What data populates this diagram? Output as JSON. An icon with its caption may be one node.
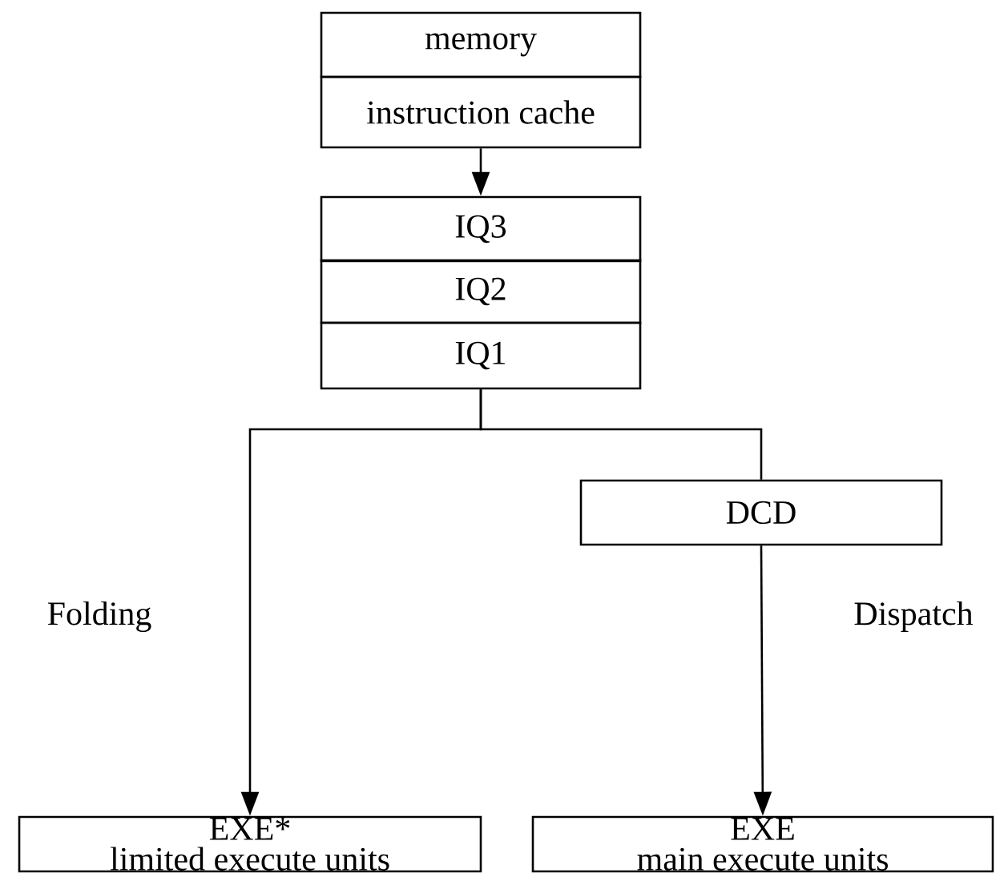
{
  "diagram": {
    "nodes": [
      {
        "text": [
          "memory"
        ]
      },
      {
        "text": [
          "instruction cache"
        ]
      },
      {
        "text": [
          "IQ3"
        ]
      },
      {
        "text": [
          "IQ2"
        ]
      },
      {
        "text": [
          "IQ1"
        ]
      },
      {
        "text": [
          "DCD"
        ]
      },
      {
        "text": [
          "EXE*",
          "limited execute units"
        ]
      },
      {
        "text": [
          "EXE",
          "main execute units"
        ]
      }
    ],
    "edges": [
      {
        "from": 1,
        "to": 2,
        "arrow": "to"
      },
      {
        "from": 4,
        "to": 6,
        "arrow": "to",
        "label": "Folding"
      },
      {
        "from": 4,
        "to": 5,
        "arrow": "none"
      },
      {
        "from": 5,
        "to": 7,
        "arrow": "to",
        "label": "Dispatch"
      }
    ]
  }
}
